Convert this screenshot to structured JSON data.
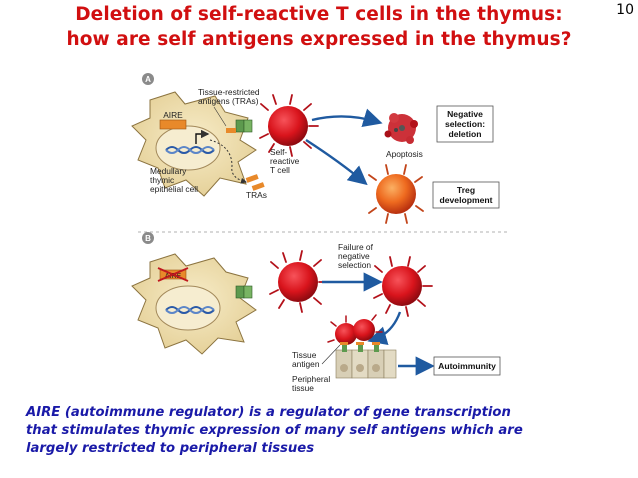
{
  "slide_number": "10",
  "title": {
    "line1": "Deletion of self-reactive T cells in the thymus:",
    "line2": "how are self antigens expressed in the thymus?"
  },
  "figure": {
    "panel_a": {
      "letter": "A",
      "aire": "AIRE",
      "tras_line1": "Tissue-restricted",
      "tras_line2": "antigens (TRAs)",
      "mtec_line1": "Medullary",
      "mtec_line2": "thymic",
      "mtec_line3": "epithelial cell",
      "tras_small": "TRAs",
      "tcell_line1": "Self-",
      "tcell_line2": "reactive",
      "tcell_line3": "T cell",
      "apoptosis": "Apoptosis",
      "negsel_line1": "Negative",
      "negsel_line2": "selection:",
      "negsel_line3": "deletion",
      "treg_line1": "Treg",
      "treg_line2": "development"
    },
    "panel_b": {
      "letter": "B",
      "aire": "AIRE",
      "failure_line1": "Failure of",
      "failure_line2": "negative",
      "failure_line3": "selection",
      "tissue_line1": "Tissue",
      "tissue_line2": "antigen",
      "peripheral_line1": "Peripheral",
      "peripheral_line2": "tissue",
      "autoimmunity": "Autoimmunity"
    }
  },
  "caption": {
    "line1": "AIRE (autoimmune regulator) is a regulator of gene transcription",
    "line2": "that stimulates thymic expression of many self antigens which are",
    "line3": "largely restricted to peripheral tissues"
  },
  "colors": {
    "title": "#d10f10",
    "caption": "#1a1aa8",
    "epithelial_cell": "#efe0b2",
    "t_cell": "#d9141c",
    "treg": "#e8571c",
    "aire": "#e8892a",
    "arrow": "#1f5aa0"
  }
}
